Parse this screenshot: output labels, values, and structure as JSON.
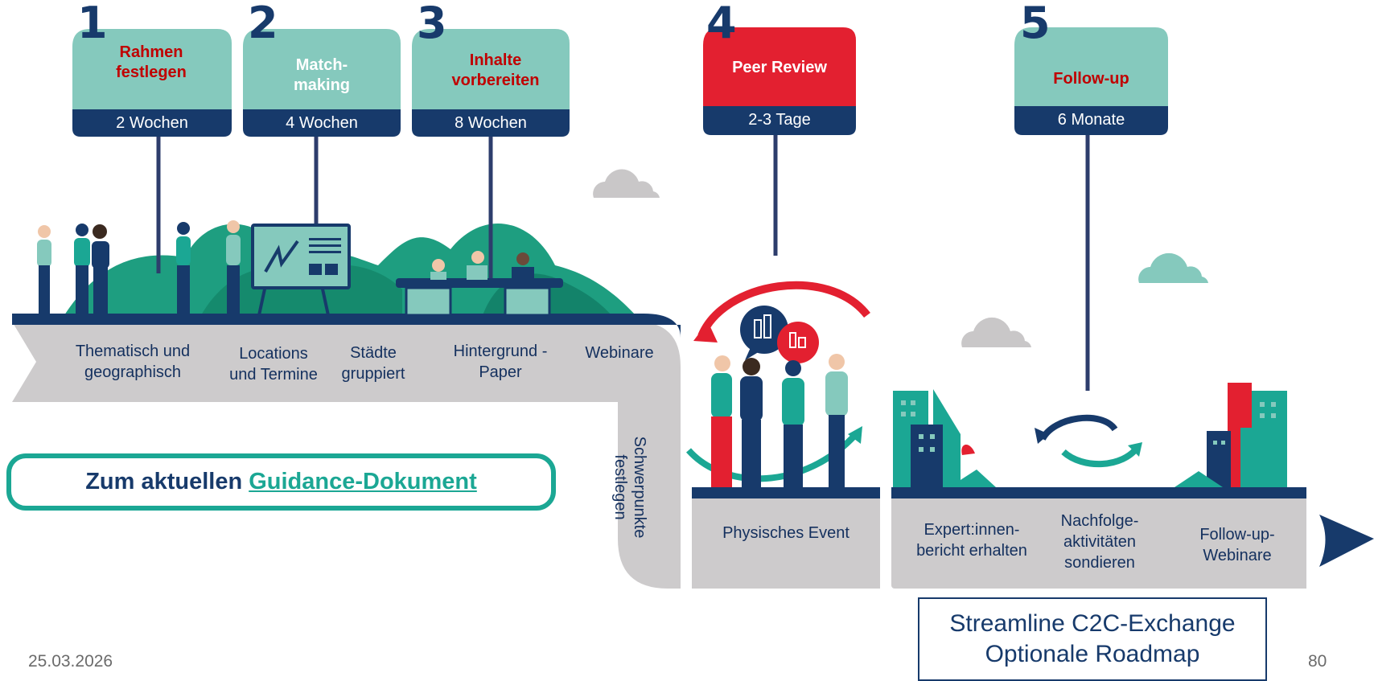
{
  "steps": [
    {
      "number": "1",
      "title": "Rahmen festlegen",
      "duration": "2 Wochen"
    },
    {
      "number": "2",
      "title": "Match-making",
      "duration": "4 Wochen"
    },
    {
      "number": "3",
      "title": "Inhalte vorbereiten",
      "duration": "8 Wochen"
    },
    {
      "number": "4",
      "title": "Peer Review",
      "duration": "2-3 Tage"
    },
    {
      "number": "5",
      "title": "Follow-up",
      "duration": "6 Monate"
    }
  ],
  "stage_labels": {
    "thematisch": "Thematisch und geographisch",
    "locations": "Locations und Termine",
    "staedte": "Städte gruppiert",
    "hintergrund": "Hintergrund -Paper",
    "webinare": "Webinare",
    "schwerpunkte": "Schwerpunkte festlegen",
    "physisches_event": "Physisches Event",
    "expertinnen": "Expert:innen-bericht erhalten",
    "nachfolge": "Nachfolge-aktivitäten sondieren",
    "followup_webinare": "Follow-up-Webinare"
  },
  "guidance": {
    "prefix": "Zum aktuellen",
    "link": "Guidance-Dokument"
  },
  "legend": {
    "line1": "Streamline C2C-Exchange",
    "line2": "Optionale Roadmap"
  },
  "footer": {
    "date": "25.03.2026",
    "page": "80"
  },
  "colors": {
    "navy": "#173a6b",
    "teal": "#85c9bd",
    "green": "#1ba794",
    "red": "#e32030",
    "gray": "#cdcbcc",
    "title_red": "#c00000"
  },
  "icons": [
    "people-illustration",
    "presentation-board-icon",
    "meeting-desk-illustration",
    "speech-bubble-city-icon",
    "cycle-arrows-icon",
    "city-buildings-illustration",
    "cloud-icon",
    "timeline-arrow-icon"
  ]
}
